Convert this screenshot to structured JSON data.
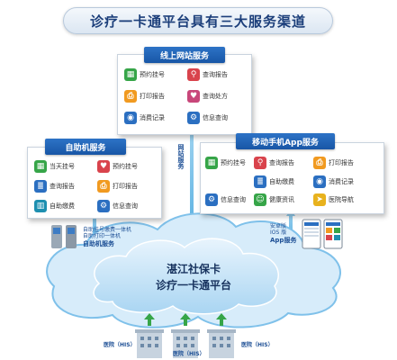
{
  "title": "诊疗一卡通平台具有三大服务渠道",
  "online": {
    "header": "线上网站服务",
    "items": [
      {
        "label": "预约挂号",
        "icon": "building-icon",
        "color": "#36a548"
      },
      {
        "label": "查询报告",
        "icon": "search-icon",
        "color": "#d9434c"
      },
      {
        "label": "打印报告",
        "icon": "printer-icon",
        "color": "#f19a20"
      },
      {
        "label": "查询处方",
        "icon": "heart-icon",
        "color": "#c8467a"
      },
      {
        "label": "消费记录",
        "icon": "eye-icon",
        "color": "#2b6fc1"
      },
      {
        "label": "信息查询",
        "icon": "gear-icon",
        "color": "#2b6fc1"
      }
    ]
  },
  "kiosk": {
    "header": "自助机服务",
    "items": [
      {
        "label": "当天挂号",
        "icon": "building-icon",
        "color": "#36a548"
      },
      {
        "label": "预约挂号",
        "icon": "heart-icon",
        "color": "#d9434c"
      },
      {
        "label": "查询报告",
        "icon": "document-icon",
        "color": "#2b6fc1"
      },
      {
        "label": "打印报告",
        "icon": "printer-icon",
        "color": "#f19a20"
      },
      {
        "label": "自助缴费",
        "icon": "bars-icon",
        "color": "#1d8fb0"
      },
      {
        "label": "信息查询",
        "icon": "gear-icon",
        "color": "#2b6fc1"
      }
    ],
    "caption_lines": [
      "自助挂号缴费一体机",
      "自助打印一体机"
    ],
    "caption_bold": "自助机服务"
  },
  "mobile": {
    "header": "移动手机App服务",
    "items": [
      {
        "label": "预约挂号",
        "icon": "building-icon",
        "color": "#36a548"
      },
      {
        "label": "查询报告",
        "icon": "search-icon",
        "color": "#d9434c"
      },
      {
        "label": "打印报告",
        "icon": "printer-icon",
        "color": "#f19a20"
      },
      {
        "label": "自助缴费",
        "icon": "document-icon",
        "color": "#2b6fc1"
      },
      {
        "label": "消费记录",
        "icon": "eye-icon",
        "color": "#2b6fc1"
      },
      {
        "label": "信息查询",
        "icon": "gear-icon",
        "color": "#2b6fc1"
      },
      {
        "label": "健康资讯",
        "icon": "person-icon",
        "color": "#36a548"
      },
      {
        "label": "医院导航",
        "icon": "arrow-icon",
        "color": "#e8b21d"
      }
    ],
    "caption_lines": [
      "安卓版",
      "IOS 版"
    ],
    "caption_bold": "App服务"
  },
  "website_vertical": "网站服务",
  "center": {
    "line1": "湛江社保卡",
    "line2": "诊疗一卡通平台"
  },
  "hospitals": [
    {
      "label": "医院（HIS）"
    },
    {
      "label": "医院（HIS）"
    },
    {
      "label": "医院（HIS）"
    }
  ]
}
